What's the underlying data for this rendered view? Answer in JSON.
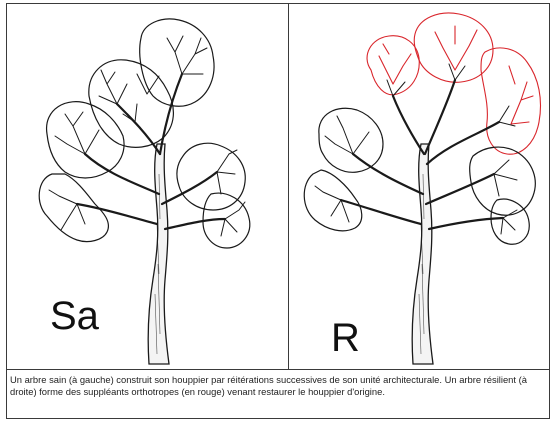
{
  "panels": {
    "left": {
      "label": "Sa"
    },
    "right": {
      "label": "R"
    }
  },
  "caption": "Un arbre sain (à gauche) construit son houppier par réitérations successives de son unité architecturale. Un arbre résilient (à droite) forme des suppléants orthotropes (en rouge) venant restaurer le houppier d'origine.",
  "colors": {
    "ink": "#1a1a1a",
    "suppleants": "#d9262c",
    "border": "#3a3a3a"
  }
}
